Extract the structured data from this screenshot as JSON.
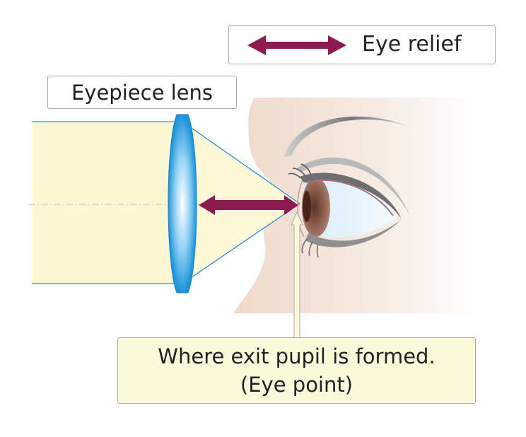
{
  "legend": {
    "label": "Eye relief",
    "arrow_color": "#8e1b4f"
  },
  "lens_label": "Eyepiece lens",
  "exit_pupil_label": {
    "line1": "Where exit pupil is formed.",
    "line2": "(Eye point)"
  },
  "colors": {
    "light_beam": "#fdf7d4",
    "beam_edge": "#2e8fd0",
    "lens": "#1f94d8",
    "face": "#f1dfd4",
    "iris": "#8a5a49",
    "callout_fill": "#fdf9dc",
    "relief_arrow": "#8e1b4f"
  }
}
